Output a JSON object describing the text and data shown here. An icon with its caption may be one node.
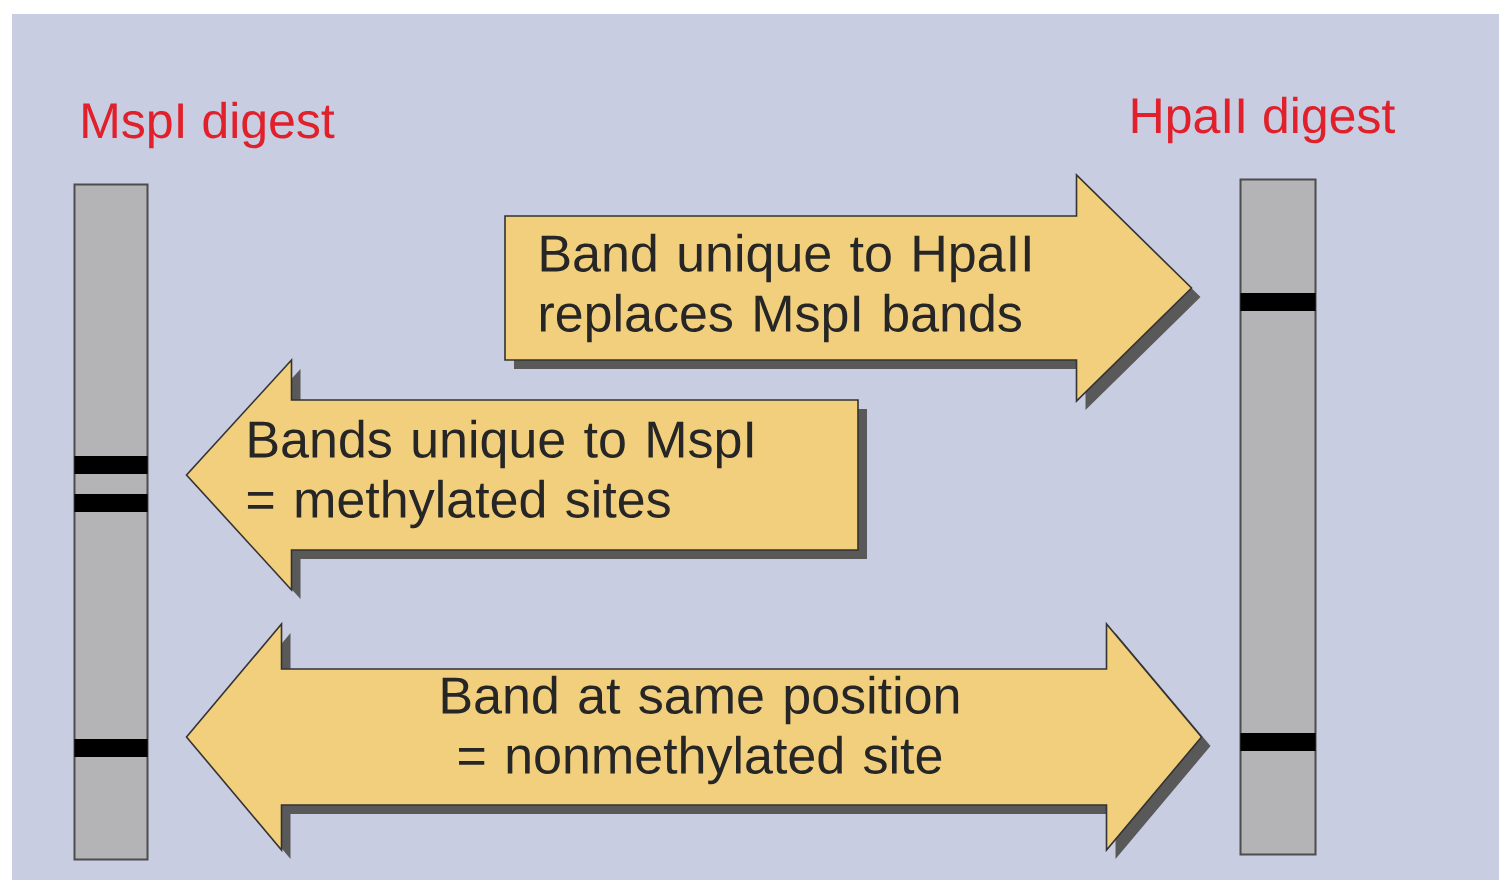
{
  "diagram": {
    "nodes": [
      {
        "text": [
          "MspI digest"
        ]
      },
      {
        "text": [
          "HpaII digest"
        ]
      }
    ],
    "edges": [
      {
        "from": 0,
        "to": 1,
        "arrow": "to",
        "label": "Band unique to HpaII replaces MspI bands"
      },
      {
        "from": 1,
        "to": 0,
        "arrow": "to",
        "label": "Bands unique to MspI = methylated sites"
      },
      {
        "from": 0,
        "to": 1,
        "arrow": "both",
        "label": "Band at same position = nonmethylated site"
      }
    ]
  }
}
